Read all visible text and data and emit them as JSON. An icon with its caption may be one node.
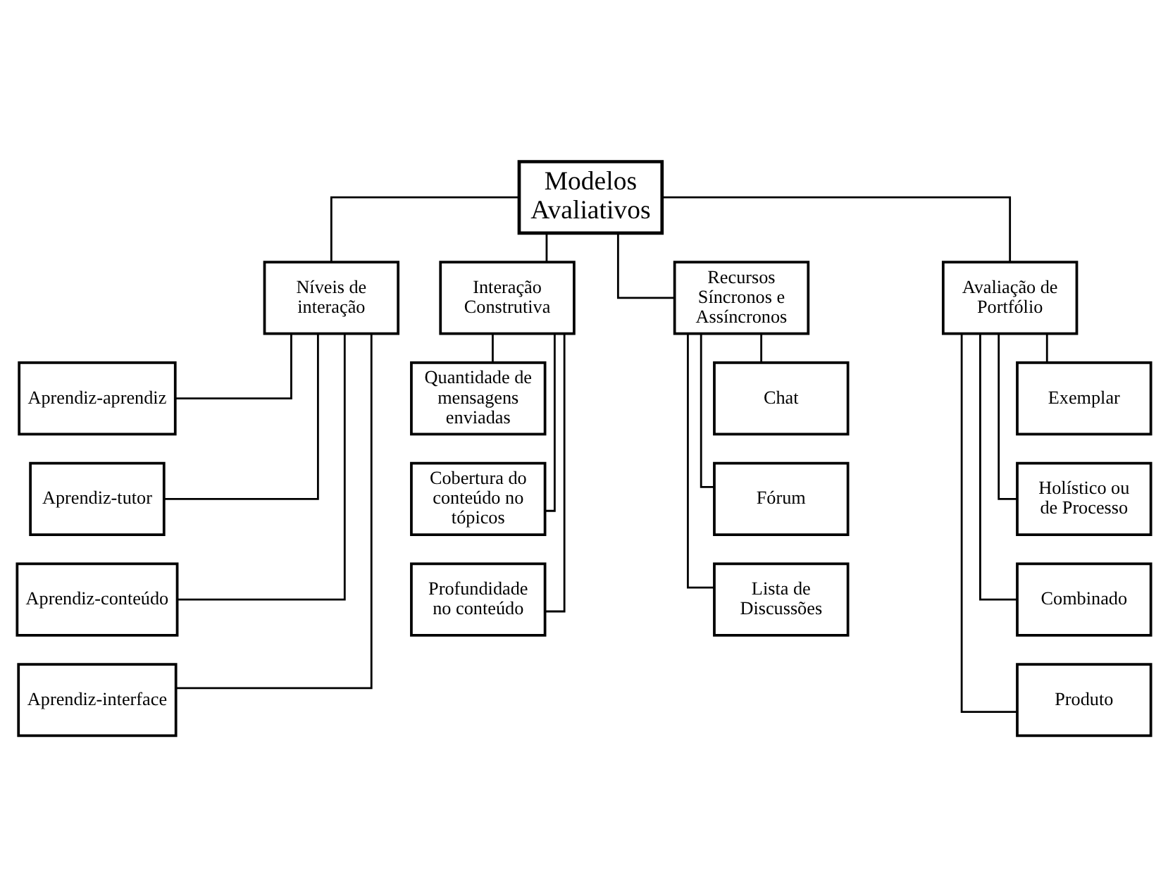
{
  "diagram": {
    "nodes": [
      {
        "text": [
          "Modelos Avaliativos"
        ]
      },
      {
        "text": [
          "Níveis de interação"
        ]
      },
      {
        "text": [
          "Interação Construtiva"
        ]
      },
      {
        "text": [
          "Recursos Síncronos e Assíncronos"
        ]
      },
      {
        "text": [
          "Avaliação de Portfólio"
        ]
      },
      {
        "text": [
          "Aprendiz-aprendiz"
        ]
      },
      {
        "text": [
          "Aprendiz-tutor"
        ]
      },
      {
        "text": [
          "Aprendiz-conteúdo"
        ]
      },
      {
        "text": [
          "Aprendiz-interface"
        ]
      },
      {
        "text": [
          "Quantidade de mensagens enviadas"
        ]
      },
      {
        "text": [
          "Cobertura do conteúdo no tópicos"
        ]
      },
      {
        "text": [
          "Profundidade no conteúdo"
        ]
      },
      {
        "text": [
          "Chat"
        ]
      },
      {
        "text": [
          "Fórum"
        ]
      },
      {
        "text": [
          "Lista de Discussões"
        ]
      },
      {
        "text": [
          "Exemplar"
        ]
      },
      {
        "text": [
          "Holístico ou de Processo"
        ]
      },
      {
        "text": [
          "Combinado"
        ]
      },
      {
        "text": [
          "Produto"
        ]
      }
    ],
    "edges": [
      {
        "from": 0,
        "to": 1,
        "arrow": "none"
      },
      {
        "from": 0,
        "to": 2,
        "arrow": "none"
      },
      {
        "from": 0,
        "to": 3,
        "arrow": "none"
      },
      {
        "from": 0,
        "to": 4,
        "arrow": "none"
      },
      {
        "from": 1,
        "to": 5,
        "arrow": "none"
      },
      {
        "from": 1,
        "to": 6,
        "arrow": "none"
      },
      {
        "from": 1,
        "to": 7,
        "arrow": "none"
      },
      {
        "from": 1,
        "to": 8,
        "arrow": "none"
      },
      {
        "from": 2,
        "to": 9,
        "arrow": "none"
      },
      {
        "from": 2,
        "to": 10,
        "arrow": "none"
      },
      {
        "from": 2,
        "to": 11,
        "arrow": "none"
      },
      {
        "from": 3,
        "to": 12,
        "arrow": "none"
      },
      {
        "from": 3,
        "to": 13,
        "arrow": "none"
      },
      {
        "from": 3,
        "to": 14,
        "arrow": "none"
      },
      {
        "from": 4,
        "to": 15,
        "arrow": "none"
      },
      {
        "from": 4,
        "to": 16,
        "arrow": "none"
      },
      {
        "from": 4,
        "to": 17,
        "arrow": "none"
      },
      {
        "from": 4,
        "to": 18,
        "arrow": "none"
      }
    ]
  }
}
